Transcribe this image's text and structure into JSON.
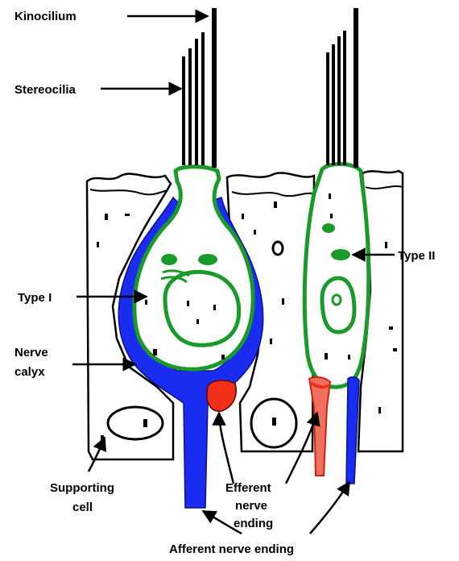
{
  "labels": {
    "kinocilium": "Kinocilium",
    "stereocilia": "Stereocilia",
    "type_i": "Type I",
    "type_ii": "Type II",
    "nerve_calyx_line1": "Nerve",
    "nerve_calyx_line2": "calyx",
    "supporting_cell_line1": "Supporting",
    "supporting_cell_line2": "cell",
    "efferent_line1": "Efferent",
    "efferent_line2": "nerve",
    "efferent_line3": "ending",
    "afferent": "Afferent nerve ending"
  },
  "colors": {
    "hair_cell_outline": "#1a9a2a",
    "afferent_nerve": "#1a2cf0",
    "efferent_nerve": "#f03018",
    "efferent_nerve_light": "#f07060",
    "outline": "#000000"
  }
}
